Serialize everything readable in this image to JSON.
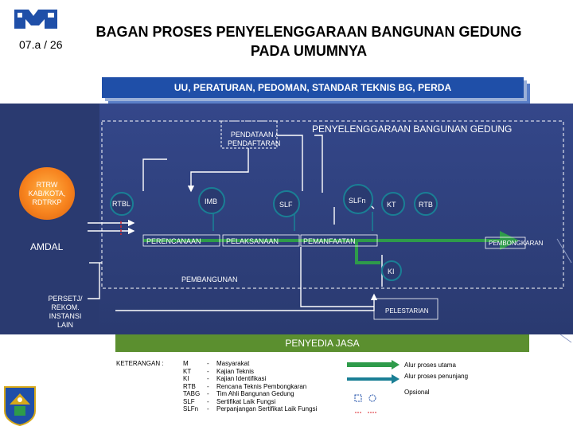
{
  "header": {
    "code": "07.a / 26",
    "title_line1": "BAGAN PROSES PENYELENGGARAAN BANGUNAN GEDUNG",
    "title_line2": "PADA UMUMNYA",
    "banner": "UU, PERATURAN, PEDOMAN, STANDAR TEKNIS BG, PERDA"
  },
  "left": {
    "rtrw": [
      "RTRW",
      "KAB/KOTA,",
      "RDTRKP"
    ],
    "amdal": "AMDAL",
    "persetj": [
      "PERSETJ/",
      "REKOM.",
      "INSTANSI",
      "LAIN"
    ]
  },
  "diagram": {
    "region_title": "PENYELENGGARAAN BANGUNAN GEDUNG",
    "pendataan": [
      "PENDATAAN /",
      "PENDAFTARAN"
    ],
    "nodes_top": [
      "RTBL",
      "IMB",
      "SLF",
      "SLFn",
      "KT",
      "RTB"
    ],
    "stages": [
      "PERENCANAAN",
      "PELAKSANAAN",
      "PEMANFAATAN",
      "PEMBONGKARAN"
    ],
    "ki": "KI",
    "pembangunan": "PEMBANGUNAN",
    "pelestarian": "PELESTARIAN",
    "penyedia": "PENYEDIA JASA"
  },
  "legend": {
    "keterangan": "KETERANGAN :",
    "items": [
      {
        "abbr": "M",
        "desc": "Masyarakat"
      },
      {
        "abbr": "KT",
        "desc": "Kajian Teknis"
      },
      {
        "abbr": "KI",
        "desc": "Kajian Identifikasi"
      },
      {
        "abbr": "RTB",
        "desc": "Rencana Teknis Pembongkaran"
      },
      {
        "abbr": "TABG",
        "desc": "Tim Ahli Bangunan Gedung"
      },
      {
        "abbr": "SLF",
        "desc": "Sertifikat Laik Fungsi"
      },
      {
        "abbr": "SLFn",
        "desc": "Perpanjangan Sertifikat Laik Fungsi"
      }
    ],
    "main_flow": "Alur proses utama",
    "support_flow": "Alur proses penunjang",
    "optional": "Opsional"
  },
  "colors": {
    "navy": "#1f4fa8",
    "green": "#2e9b4a",
    "teal": "#1a7f95",
    "orange": "#f7831e",
    "red": "#d8262b",
    "dark_bg": "#2a3a70"
  }
}
